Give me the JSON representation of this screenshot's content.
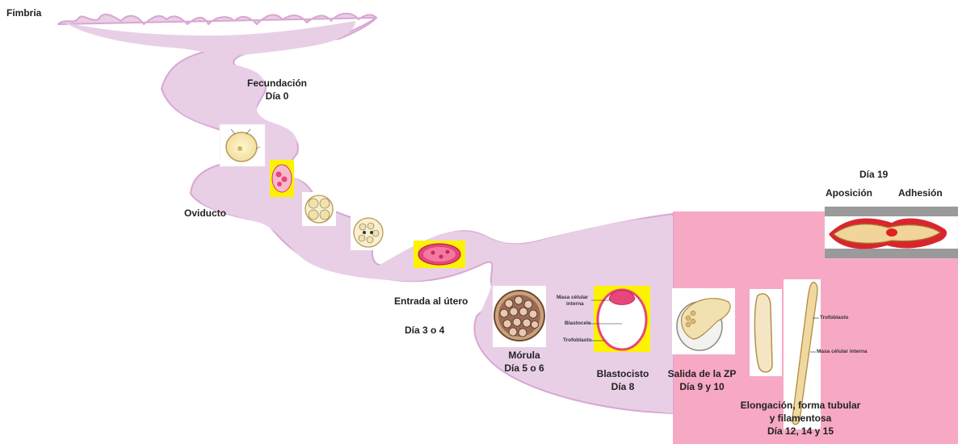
{
  "colors": {
    "tract_fill": "#e8cfe6",
    "tract_stroke": "#d9a6d3",
    "uterus_fill": "#f7a8c4",
    "yellow_bg": "#fff200",
    "cell_pink": "#e8457a"
  },
  "labels": {
    "fimbria": "Fimbria",
    "fecundacion": "Fecundación",
    "dia_0": "Día 0",
    "oviducto": "Oviducto",
    "entrada_utero": "Entrada al útero",
    "dia_3_4": "Día 3 o 4",
    "morula": "Mórula",
    "dia_5_6": "Día 5 o 6",
    "blastocisto": "Blastocisto",
    "dia_8": "Día 8",
    "salida_zp": "Salida de la ZP",
    "dia_9_10": "Día 9 y 10",
    "elongacion_1": "Elongación, forma tubular",
    "elongacion_2": "y filamentosa",
    "dia_12_14_15": "Día 12, 14 y 15",
    "dia_19": "Día 19",
    "aposicion": "Aposición",
    "adhesion": "Adhesión"
  },
  "blastocyst_labels": {
    "masa_1": "Masa célular",
    "masa_2": "interna",
    "blastocele": "Blastocele",
    "trofoblasto": "Trofoblasto"
  },
  "elongation_labels": {
    "trofoblasto": "Trofoblasto",
    "masa": "Masa célular interna"
  }
}
